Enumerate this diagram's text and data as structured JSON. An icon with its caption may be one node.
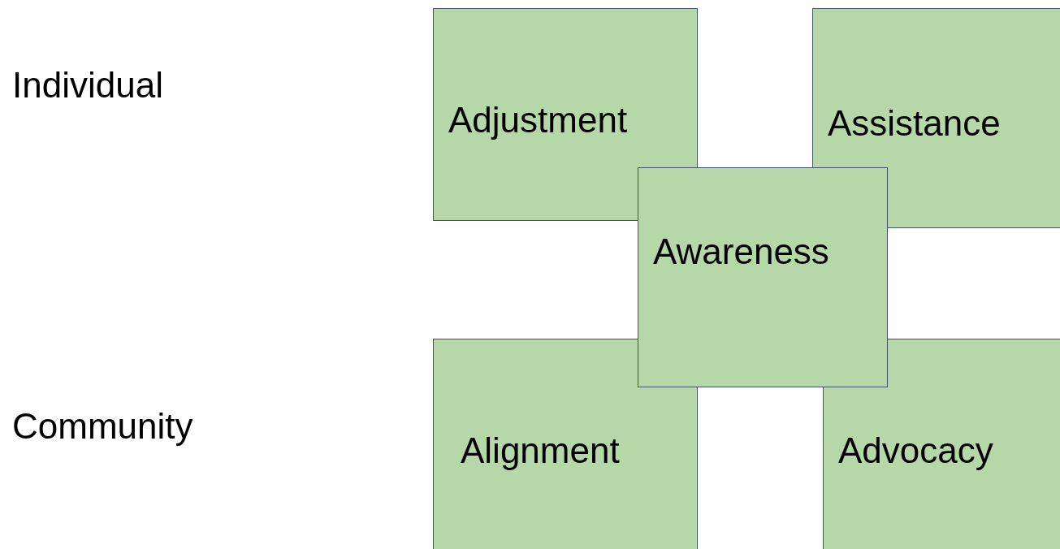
{
  "diagram": {
    "nodes": [
      {
        "text": [
          "Adjustment"
        ]
      },
      {
        "text": [
          "Assistance"
        ]
      },
      {
        "text": [
          "Alignment"
        ]
      },
      {
        "text": [
          "Advocacy"
        ]
      },
      {
        "text": [
          "Awareness"
        ]
      }
    ],
    "labels": [
      "Individual",
      "Community"
    ]
  }
}
